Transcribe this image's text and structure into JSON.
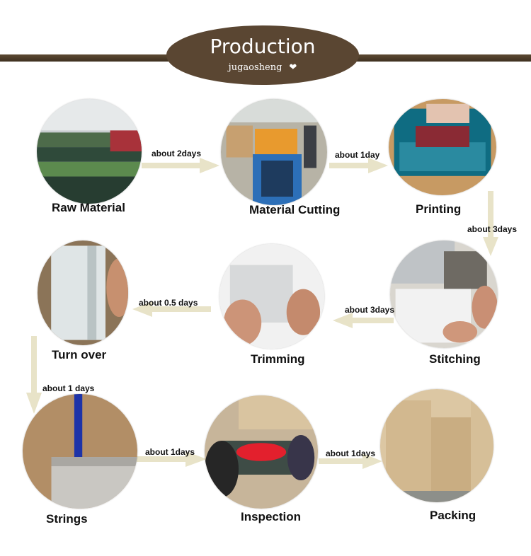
{
  "banner": {
    "title": "Production",
    "subtitle": "jugaosheng",
    "heart_icon": "heart-icon"
  },
  "steps": [
    {
      "label": "Raw Material"
    },
    {
      "label": "Material Cutting"
    },
    {
      "label": "Printing"
    },
    {
      "label": "Stitching"
    },
    {
      "label": "Trimming"
    },
    {
      "label": "Turn over"
    },
    {
      "label": "Strings"
    },
    {
      "label": "Inspection"
    },
    {
      "label": "Packing"
    }
  ],
  "durations": [
    {
      "label": "about 2days"
    },
    {
      "label": "about 1day"
    },
    {
      "label": "about 3days"
    },
    {
      "label": "about 3days"
    },
    {
      "label": "about 0.5 days"
    },
    {
      "label": "about 1 days"
    },
    {
      "label": "about 1days"
    },
    {
      "label": "about 1days"
    }
  ],
  "colors": {
    "banner": "#5a4632",
    "arrow": "#e8e3c8",
    "text": "#111111"
  }
}
